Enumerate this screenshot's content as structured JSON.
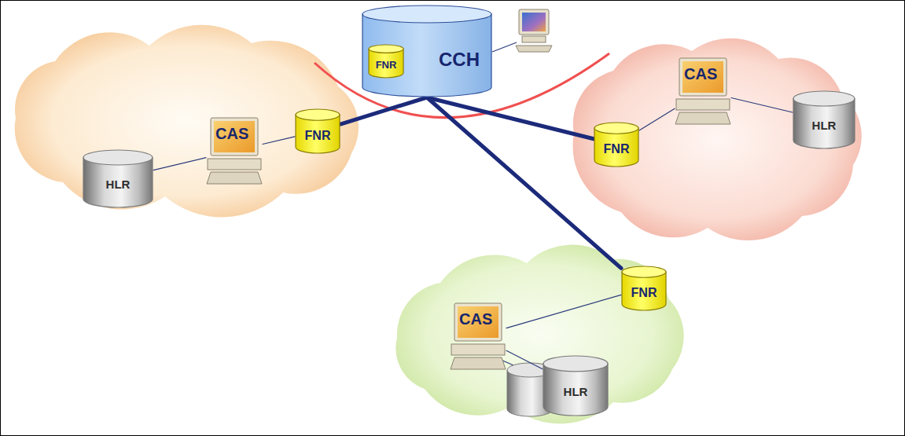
{
  "diagram": {
    "nodes": [
      {
        "text": [
          "CCH"
        ]
      },
      {
        "text": [
          "FNR"
        ],
        "in": 0
      },
      {
        "text": [
          "CAS"
        ]
      },
      {
        "text": [
          "FNR"
        ]
      },
      {
        "text": [
          "HLR"
        ]
      },
      {
        "text": [
          "CAS"
        ]
      },
      {
        "text": [
          "FNR"
        ]
      },
      {
        "text": [
          "HLR"
        ]
      },
      {
        "text": [
          "CAS"
        ]
      },
      {
        "text": [
          "FNR"
        ]
      },
      {
        "text": [
          "HLR"
        ]
      }
    ],
    "edges": [
      {
        "from": 0,
        "to": 3,
        "arrow": "none"
      },
      {
        "from": 0,
        "to": 6,
        "arrow": "none"
      },
      {
        "from": 0,
        "to": 9,
        "arrow": "none"
      },
      {
        "from": 2,
        "to": 3,
        "arrow": "none"
      },
      {
        "from": 2,
        "to": 4,
        "arrow": "none"
      },
      {
        "from": 5,
        "to": 6,
        "arrow": "none"
      },
      {
        "from": 5,
        "to": 7,
        "arrow": "none"
      },
      {
        "from": 8,
        "to": 9,
        "arrow": "none"
      },
      {
        "from": 8,
        "to": 10,
        "arrow": "none"
      }
    ]
  }
}
